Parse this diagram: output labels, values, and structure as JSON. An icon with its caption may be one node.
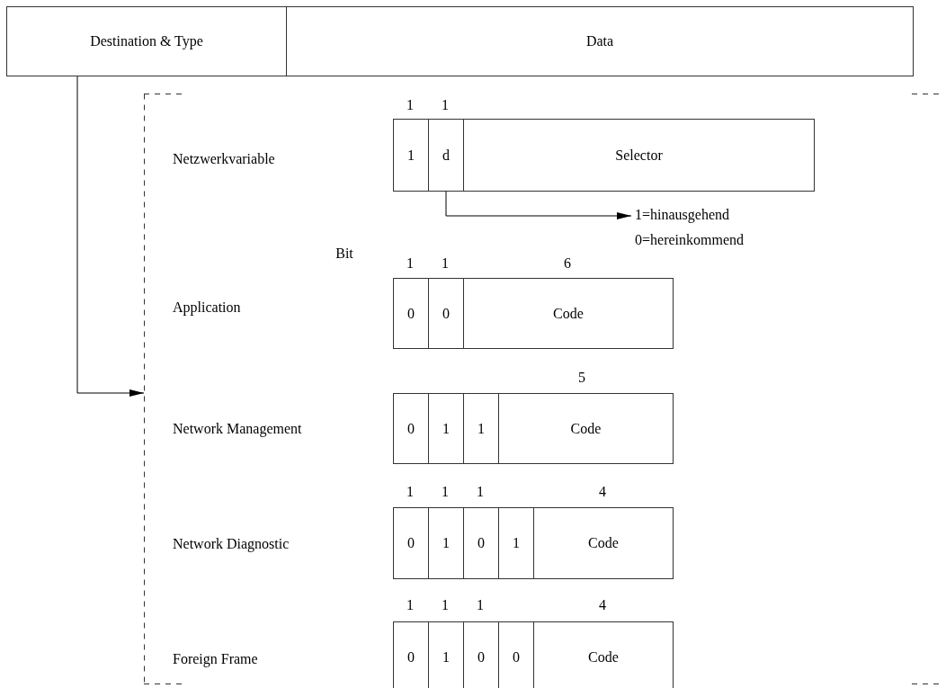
{
  "diagram": {
    "nodes": [
      {
        "text": [
          "Destination & Type"
        ]
      },
      {
        "text": [
          "Data"
        ]
      },
      {
        "text": [],
        "shape": "box"
      },
      {
        "text": [
          "1"
        ],
        "in": 2
      },
      {
        "text": [
          "d"
        ],
        "in": 2
      },
      {
        "text": [
          "Selector"
        ],
        "in": 2
      },
      {
        "text": [
          "1=hinausgehend",
          "0=hereinkommend"
        ],
        "in": 2
      },
      {
        "text": [
          "0"
        ],
        "in": 2
      },
      {
        "text": [
          "0"
        ],
        "in": 2
      },
      {
        "text": [
          "Code"
        ],
        "in": 2
      },
      {
        "text": [
          "0"
        ],
        "in": 2
      },
      {
        "text": [
          "1"
        ],
        "in": 2
      },
      {
        "text": [
          "1"
        ],
        "in": 2
      },
      {
        "text": [
          "Code"
        ],
        "in": 2
      },
      {
        "text": [
          "0"
        ],
        "in": 2
      },
      {
        "text": [
          "1"
        ],
        "in": 2
      },
      {
        "text": [
          "0"
        ],
        "in": 2
      },
      {
        "text": [
          "1"
        ],
        "in": 2
      },
      {
        "text": [
          "Code"
        ],
        "in": 2
      },
      {
        "text": [
          "0"
        ],
        "in": 2
      },
      {
        "text": [
          "1"
        ],
        "in": 2
      },
      {
        "text": [
          "0"
        ],
        "in": 2
      },
      {
        "text": [
          "0"
        ],
        "in": 2
      },
      {
        "text": [
          "Code"
        ],
        "in": 2
      }
    ],
    "edges": [
      {
        "from": 0,
        "to": 2,
        "arrow": "to"
      },
      {
        "from": 4,
        "to": 6,
        "arrow": "to"
      }
    ],
    "labels": [
      "1",
      "1",
      "Netzwerkvariable",
      "Bit",
      "1",
      "1",
      "6",
      "Application",
      "5",
      "Network Management",
      "1",
      "1",
      "1",
      "4",
      "Network Diagnostic",
      "1",
      "1",
      "1",
      "4",
      "Foreign Frame"
    ]
  }
}
